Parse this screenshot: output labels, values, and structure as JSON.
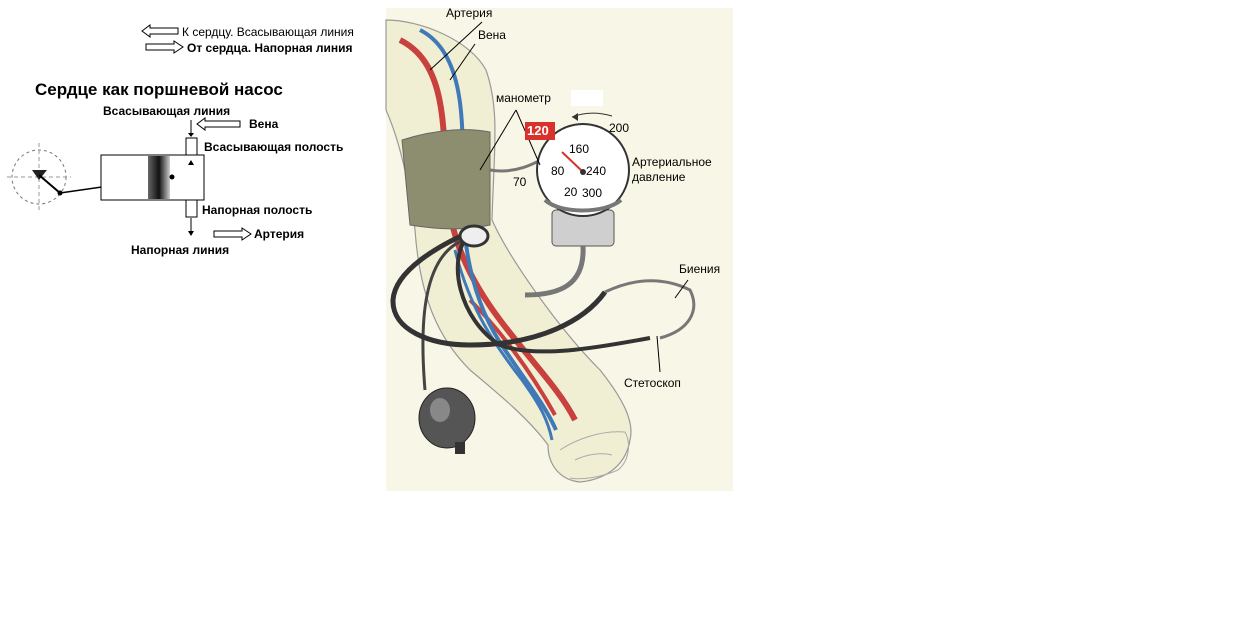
{
  "legend": {
    "to_heart": "К сердцу. Всасывающая линия",
    "from_heart": "От сердца. Напорная линия"
  },
  "pump": {
    "title": "Сердце как поршневой насос",
    "suction_line": "Всасывающая линия",
    "vein": "Вена",
    "suction_cavity": "Всасывающая полость",
    "pressure_cavity": "Напорная полость",
    "artery": "Артерия",
    "pressure_line": "Напорная линия"
  },
  "arm": {
    "artery": "Артерия",
    "vein": "Вена",
    "manometer": "манометр",
    "reading": "120",
    "dial_ticks": [
      "70",
      "80",
      "20",
      "160",
      "240",
      "300",
      "200"
    ],
    "arterial_pressure_line1": "Артериальное",
    "arterial_pressure_line2": "давление",
    "beats": "Биения",
    "stethoscope": "Стетоскоп"
  },
  "colors": {
    "artery": "#c8413f",
    "vein": "#3f79b8",
    "skin": "#f1efd3",
    "background_panel": "#f8f6e6",
    "cuff": "#8d8e6f",
    "reading_badge": "#d9322c"
  }
}
